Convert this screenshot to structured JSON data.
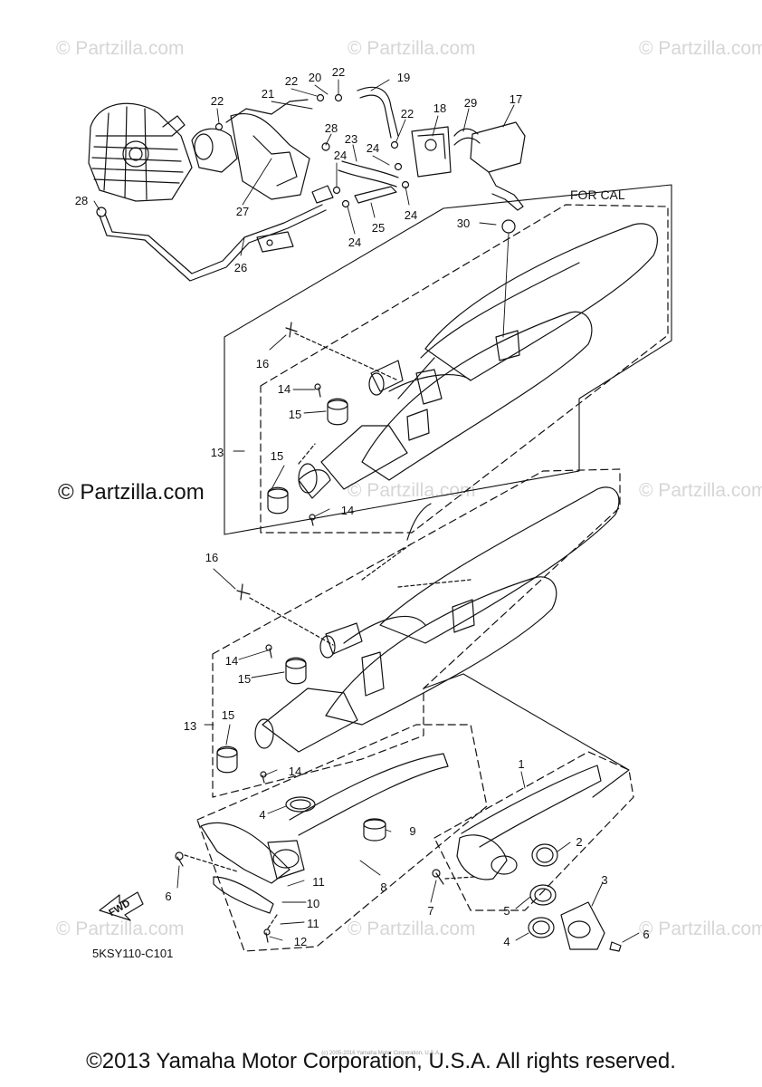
{
  "watermarks": {
    "text": "© Partzilla.com",
    "prominent": "© Partzilla.com"
  },
  "diagram": {
    "variant_label": "FOR CAL",
    "diagram_code": "5KSY110-C101",
    "fwd_label": "FWD",
    "callouts": [
      "1",
      "2",
      "3",
      "4",
      "4",
      "5",
      "6",
      "6",
      "7",
      "8",
      "9",
      "10",
      "11",
      "11",
      "12",
      "13",
      "13",
      "14",
      "14",
      "14",
      "14",
      "15",
      "15",
      "15",
      "15",
      "16",
      "16",
      "17",
      "18",
      "19",
      "20",
      "21",
      "22",
      "22",
      "22",
      "22",
      "23",
      "24",
      "24",
      "24",
      "24",
      "25",
      "26",
      "27",
      "28",
      "28",
      "29",
      "30"
    ]
  },
  "footer": {
    "copyright": "©2013 Yamaha Motor Corporation, U.S.A. All rights reserved.",
    "small_print": "(c) 2005-2016 Yamaha Motor Corporation, U.S.A."
  },
  "colors": {
    "line": "#111111",
    "watermark": "#d6d6d6",
    "background": "#ffffff"
  }
}
